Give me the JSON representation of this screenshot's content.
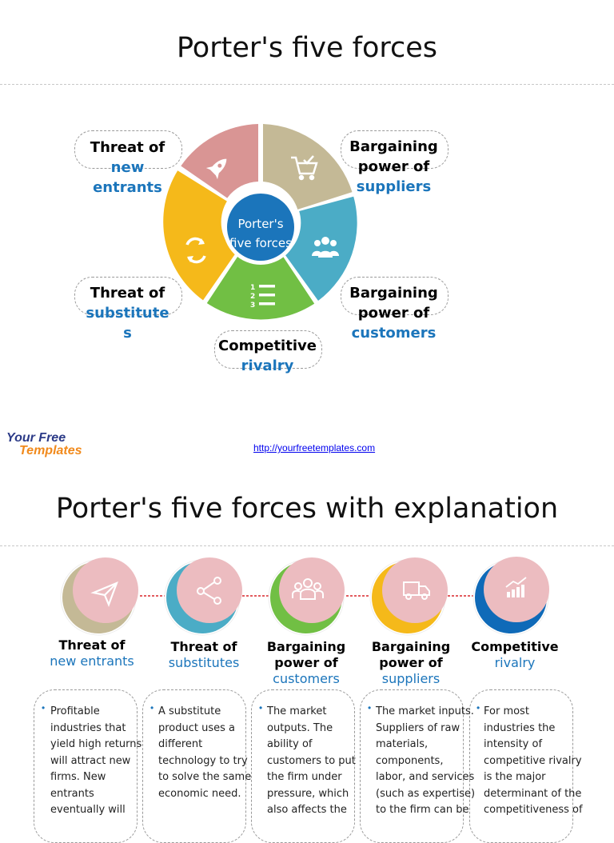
{
  "slide1": {
    "title": "Porter's five forces",
    "center_line1": "Porter's",
    "center_line2": "five forces",
    "callouts": {
      "new_entrants": {
        "line1": "Threat of",
        "line2": "new",
        "line3": "entrants"
      },
      "suppliers": {
        "line1": "Bargaining",
        "line2": "power of",
        "line3": "suppliers"
      },
      "substitutes": {
        "line1": "Threat of",
        "line2": "substitute",
        "line3": "s"
      },
      "customers": {
        "line1": "Bargaining",
        "line2": "power of",
        "line3": "customers"
      },
      "rivalry": {
        "line1": "Competitive",
        "line2": "rivalry"
      }
    },
    "link": "http://yourfreetemplates.com",
    "logo_line1": "Your Free",
    "logo_line2": "Templates",
    "colors": {
      "red": "#d99594",
      "tan": "#c4b996",
      "blue": "#4bacc6",
      "green": "#71bf44",
      "yellow": "#f5b91a",
      "center": "#1b75bb",
      "accent": "#1b75bb"
    }
  },
  "slide2": {
    "title": "Porter's five forces with explanation",
    "items": [
      {
        "l1": "Threat of",
        "l2": "new entrants",
        "icon": "paper-plane-icon",
        "text": [
          "Profitable",
          "industries that",
          "yield high returns",
          "will attract new",
          "firms. New",
          "entrants",
          "eventually will"
        ]
      },
      {
        "l1": "Threat of",
        "l2": "substitutes",
        "icon": "share-icon",
        "text": [
          "A substitute",
          "product uses a",
          "different",
          "technology to try",
          "to solve the same",
          "economic need."
        ]
      },
      {
        "l1": "Bargaining",
        "l1b": "power of",
        "l2": "customers",
        "icon": "group-icon",
        "text": [
          "The market",
          "outputs. The",
          "ability of",
          "customers to put",
          "the firm under",
          "pressure, which",
          "also affects the"
        ]
      },
      {
        "l1": "Bargaining",
        "l1b": "power of",
        "l2": "suppliers",
        "icon": "truck-icon",
        "text": [
          "The market inputs.",
          "Suppliers of raw",
          "materials,",
          "components,",
          "labor, and services",
          "(such as expertise)",
          "to the firm can be"
        ]
      },
      {
        "l1": "Competitive",
        "l2": "rivalry",
        "icon": "bar-chart-icon",
        "text": [
          "For most",
          "industries the",
          "intensity of",
          "competitive rivalry",
          "is the major",
          "determinant of the",
          "competitiveness of"
        ]
      }
    ]
  }
}
